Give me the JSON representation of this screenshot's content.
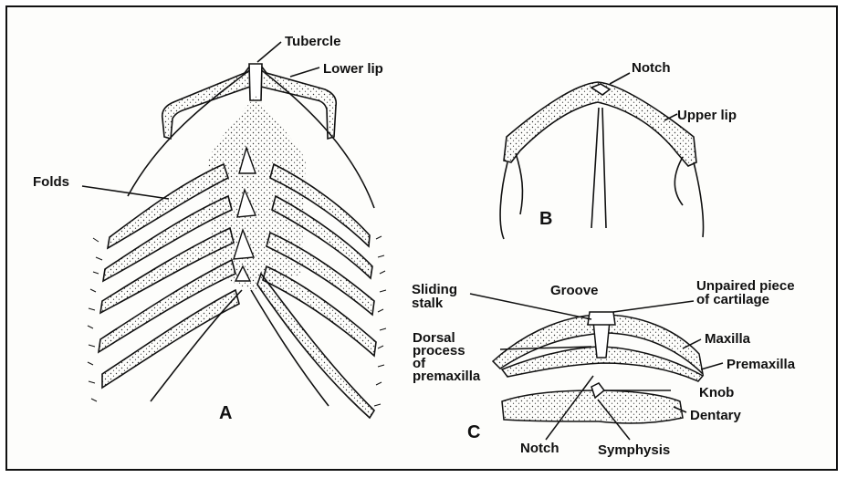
{
  "diagram_a": {
    "letter": "A",
    "labels": {
      "tubercle": "Tubercle",
      "lower_lip": "Lower lip",
      "folds": "Folds"
    }
  },
  "diagram_b": {
    "letter": "B",
    "labels": {
      "notch": "Notch",
      "upper_lip": "Upper lip"
    }
  },
  "diagram_c": {
    "letter": "C",
    "labels": {
      "sliding_stalk": [
        "Sliding",
        "stalk"
      ],
      "groove": "Groove",
      "unpaired_piece": [
        "Unpaired piece",
        "of cartilage"
      ],
      "dorsal_process": [
        "Dorsal",
        "process",
        "of",
        "premaxilla"
      ],
      "maxilla": "Maxilla",
      "premaxilla": "Premaxilla",
      "knob": "Knob",
      "dentary": "Dentary",
      "notch": "Notch",
      "symphysis": "Symphysis"
    }
  },
  "colors": {
    "ink": "#111111",
    "stipple": "#333333",
    "paper": "#fdfdfb"
  }
}
